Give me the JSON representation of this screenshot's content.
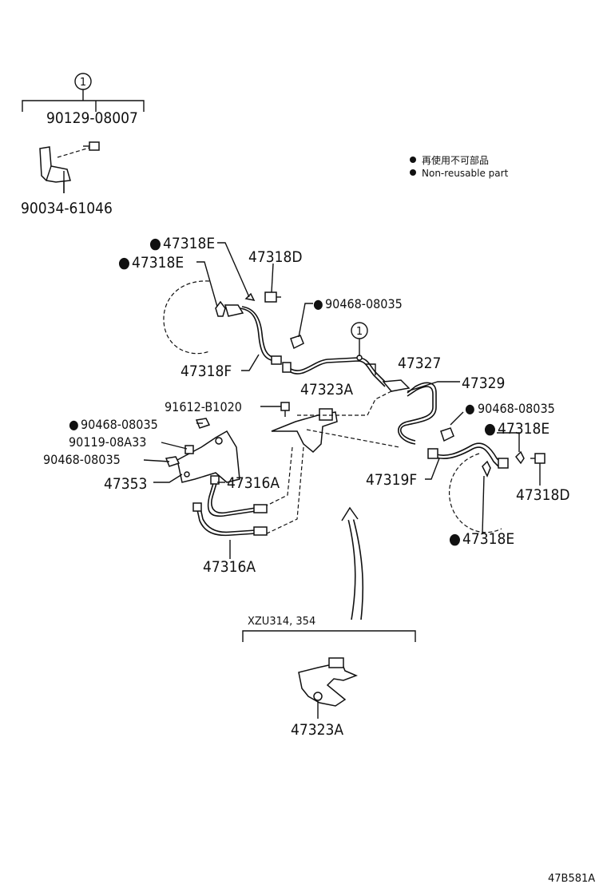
{
  "callout_1": "1",
  "legend": {
    "line1": "再使用不可部品",
    "line2": "Non-reusable part"
  },
  "labels": {
    "p90129": "90129-08007",
    "p90034": "90034-61046",
    "p47318E_a": "47318E",
    "p47318E_b": "47318E",
    "p47318D_a": "47318D",
    "p90468_a": "90468-08035",
    "p47318F": "47318F",
    "p47327": "47327",
    "p47323A_a": "47323A",
    "p47329": "47329",
    "p91612": "91612-B1020",
    "p90468_b": "90468-08035",
    "p90119": "90119-08A33",
    "p90468_c": "90468-08035",
    "p47353": "47353",
    "p47316A_a": "47316A",
    "p47316A_b": "47316A",
    "p90468_d": "90468-08035",
    "p47318E_c": "47318E",
    "p47319F": "47319F",
    "p47318D_b": "47318D",
    "p47318E_d": "47318E",
    "model": "XZU314, 354",
    "p47323A_b": "47323A",
    "code": "47B581A"
  },
  "non_reusable": [
    "p47318E_a",
    "p47318E_b",
    "p90468_a",
    "p90468_b",
    "p90468_d",
    "p47318E_c",
    "p47318E_d"
  ]
}
